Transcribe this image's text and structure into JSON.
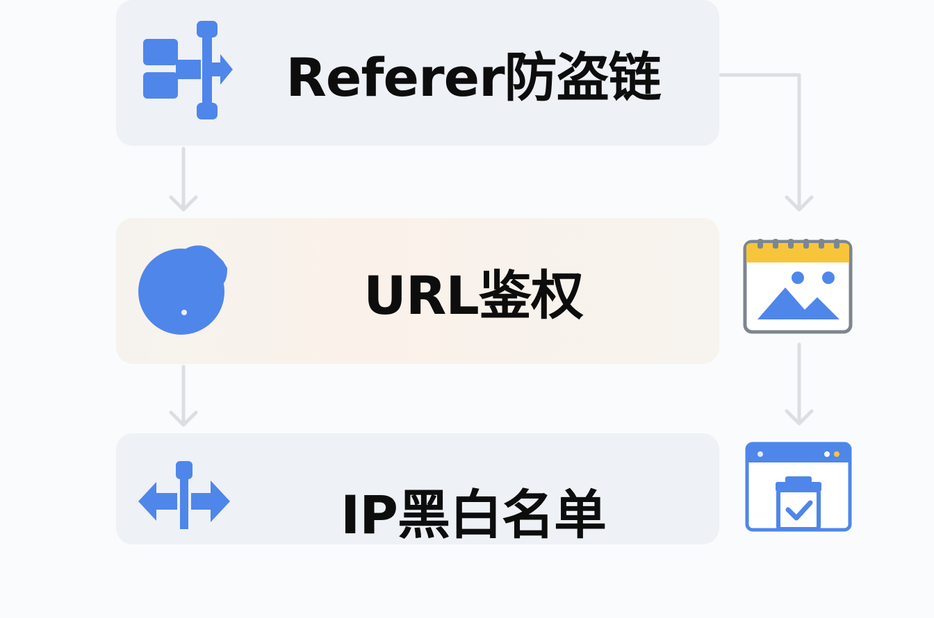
{
  "steps": [
    {
      "label": "Referer防盗链",
      "icon": "branch-arrow-icon"
    },
    {
      "label": "URL鉴权",
      "icon": "blob-icon"
    },
    {
      "label": "IP黑白名单",
      "icon": "split-arrow-icon"
    }
  ],
  "side_icons": [
    "image-calendar-icon",
    "browser-check-icon"
  ],
  "colors": {
    "icon_blue": "#4f86ea",
    "arrow_gray": "#dcdee2",
    "calendar_yellow": "#f8c53a",
    "frame_gray": "#7d8590"
  }
}
